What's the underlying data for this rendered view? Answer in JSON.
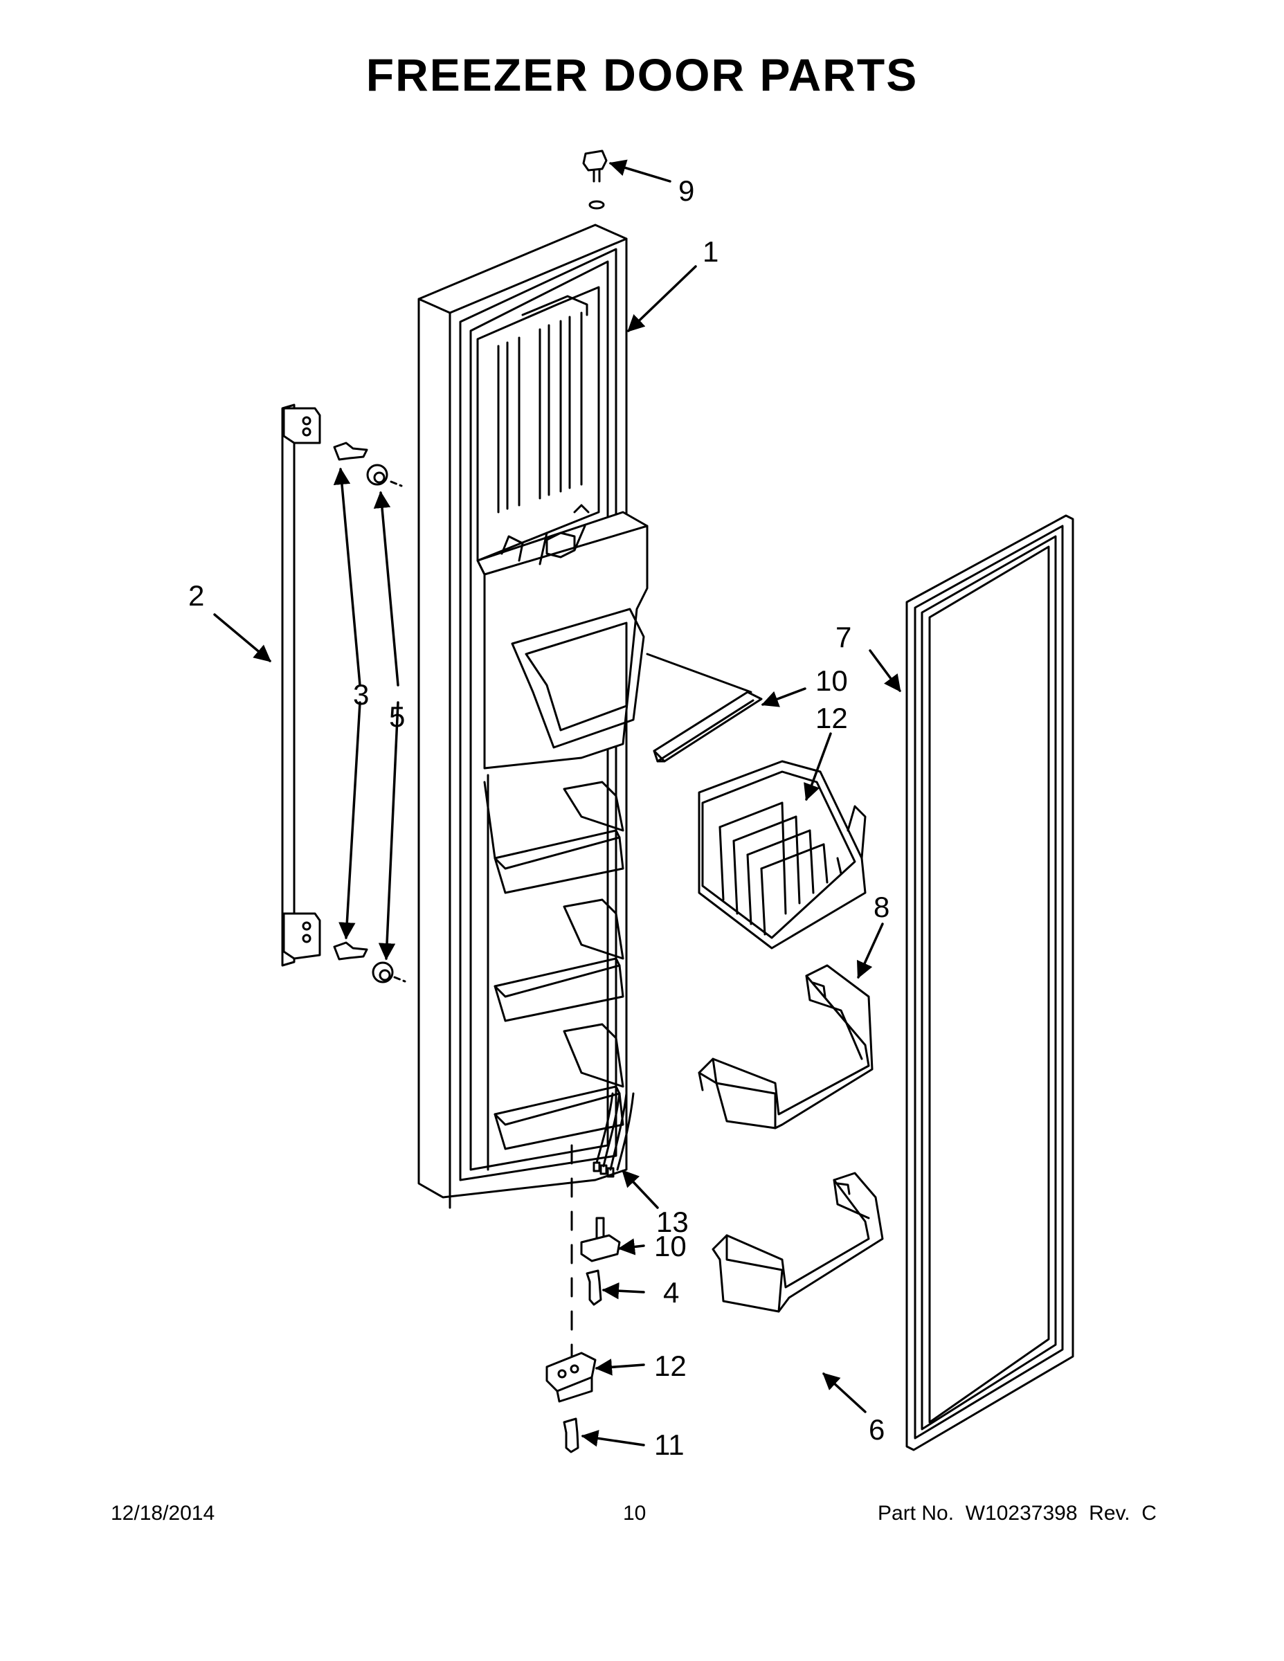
{
  "title": "FREEZER DOOR PARTS",
  "callouts": {
    "c1": "1",
    "c2": "2",
    "c3": "3",
    "c4": "4",
    "c5": "5",
    "c6": "6",
    "c7": "7",
    "c8": "8",
    "c9": "9",
    "c10a": "10",
    "c10b": "10",
    "c11": "11",
    "c12a": "12",
    "c12b": "12",
    "c13": "13"
  },
  "footer": {
    "date": "12/18/2014",
    "page": "10",
    "part": "Part No.  W10237398  Rev.  C"
  }
}
